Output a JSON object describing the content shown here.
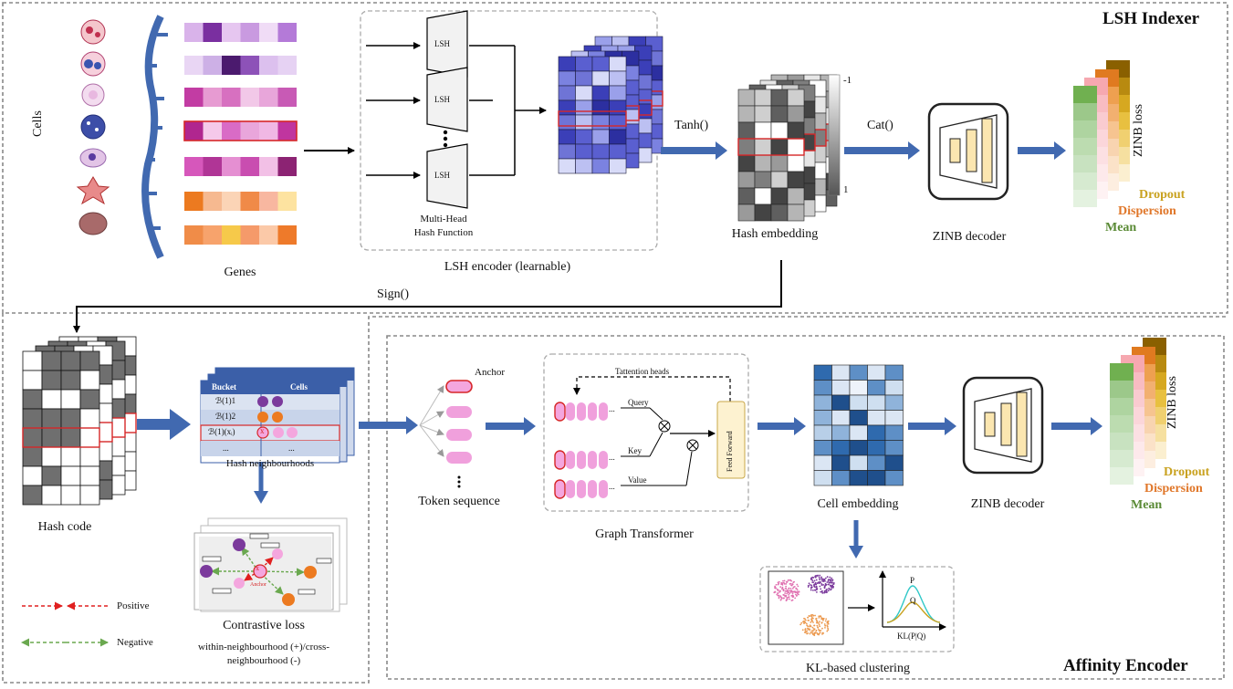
{
  "panels": {
    "lsh_indexer": "LSH Indexer",
    "affinity_encoder": "Affinity Encoder"
  },
  "input": {
    "cells_label": "Cells",
    "genes_label": "Genes"
  },
  "lsh_encoder": {
    "block_label": "LSH",
    "multi_head": "Multi-Head",
    "hash_function": "Hash Function",
    "caption": "LSH encoder (learnable)"
  },
  "ops": {
    "tanh": "Tanh()",
    "cat": "Cat()",
    "sign": "Sign()"
  },
  "hash_embedding": {
    "label": "Hash embedding",
    "colorbar_top": "-1",
    "colorbar_bottom": "1"
  },
  "zinb": {
    "decoder_label": "ZINB decoder",
    "loss_label": "ZINB loss",
    "dropout": "Dropout",
    "dispersion": "Dispersion",
    "mean": "Mean"
  },
  "hash_code": {
    "label": "Hash code"
  },
  "hash_table": {
    "header_bucket": "Bucket",
    "header_cells": "Cells",
    "row1": "ℬ(1)1",
    "row2": "ℬ(1)2",
    "row3": "ℬ(1)(xᵢ)",
    "ellipsis": "...",
    "caption": "Hash neighbourhoods",
    "x_symbol": "x"
  },
  "contrastive": {
    "caption": "Contrastive loss",
    "anchor": "Anchor",
    "desc_line1": "within-neighbourhood (+)/cross-",
    "desc_line2": "neighbourhood (-)"
  },
  "legend": {
    "positive": "Positive",
    "negative": "Negative"
  },
  "token_sequence": {
    "anchor": "Anchor",
    "caption": "Token sequence"
  },
  "graph_transformer": {
    "attention_heads": "Tattention heads",
    "query": "Query",
    "key": "Key",
    "value": "Value",
    "feed_forward": "Feed Forward",
    "caption": "Graph Transformer",
    "dots": "..."
  },
  "cell_embedding": {
    "label": "Cell embedding"
  },
  "clustering": {
    "caption": "KL-based clustering",
    "kl": "KL(P|Q)",
    "p": "P",
    "q": "Q"
  },
  "colors": {
    "arrow_blue": "#4169b0",
    "hash_red": "#d62728",
    "positive_red": "#e02020",
    "negative_green": "#6aa84f",
    "table_header": "#3b5fa8",
    "token_pink": "#e58ad6",
    "feed_forward_fill": "#fdf2d0"
  }
}
